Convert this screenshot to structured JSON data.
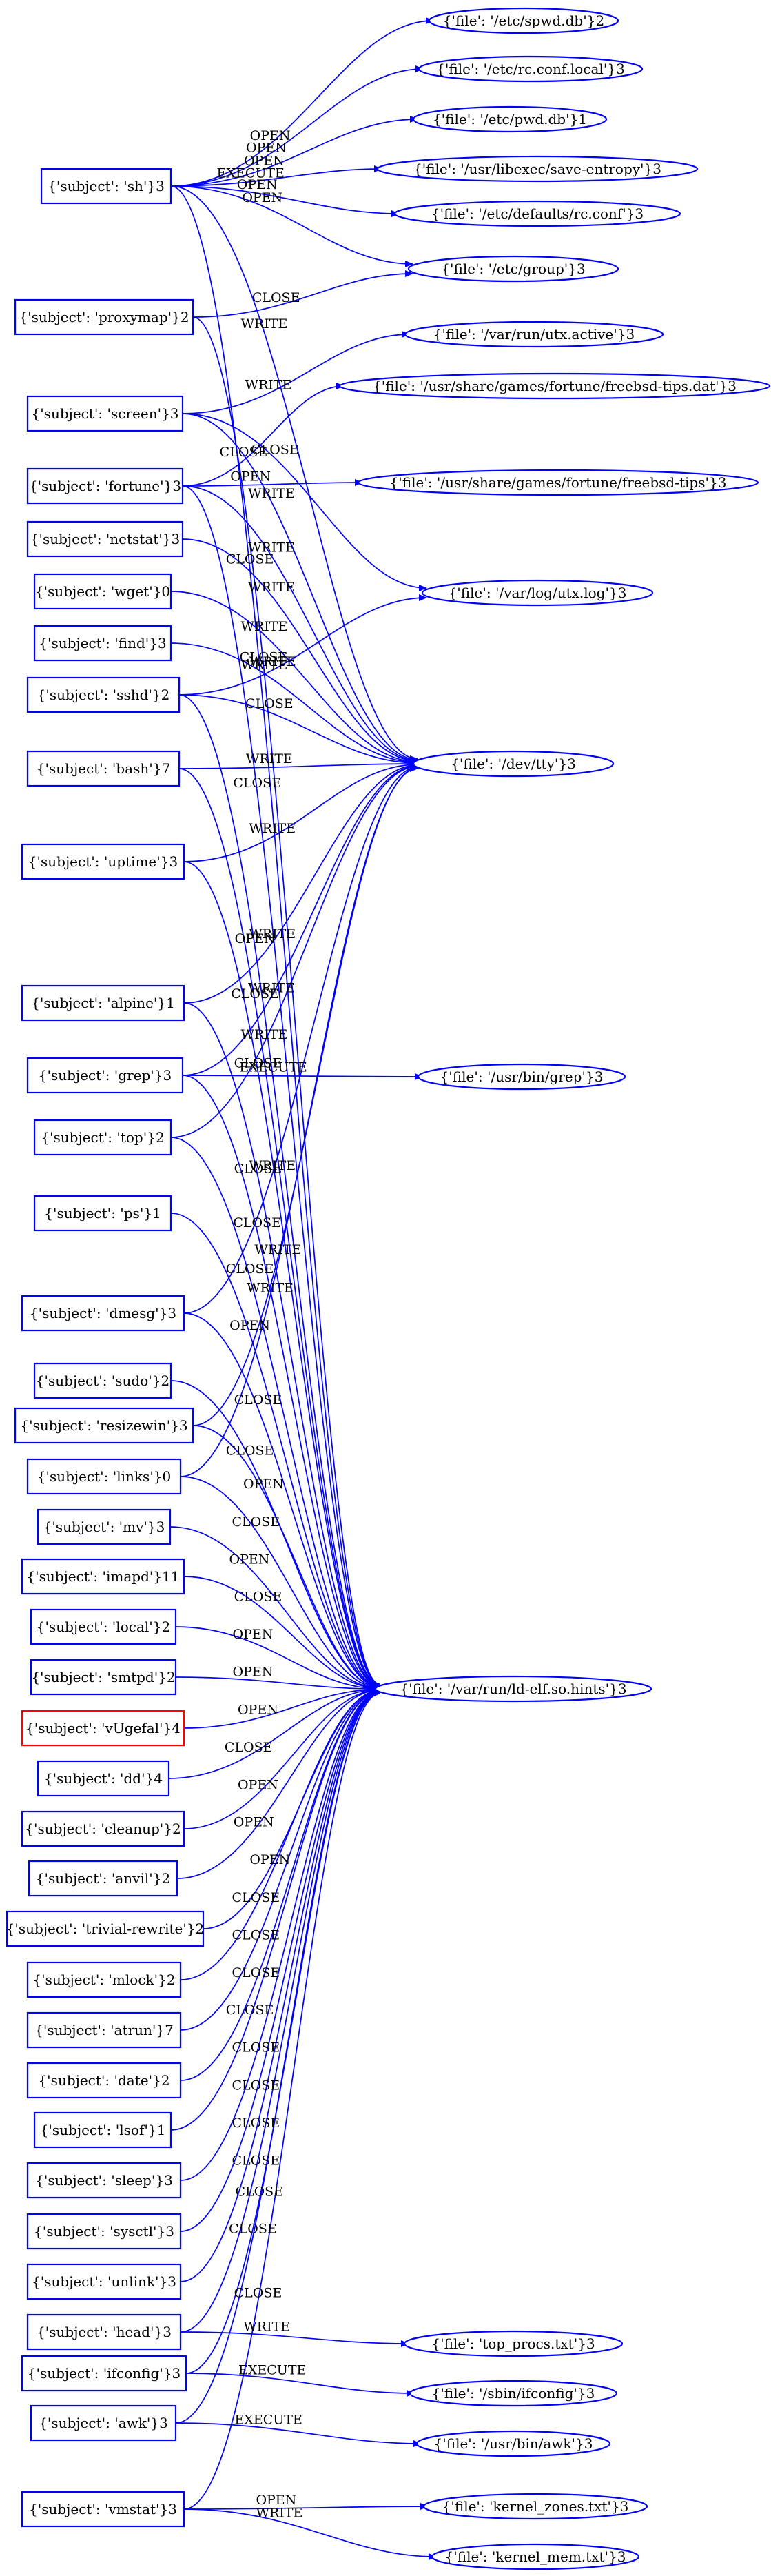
{
  "colors": {
    "edge": "#0000ff",
    "node_border": "#0000ff",
    "alert_border": "#ff0000",
    "text": "#000000"
  },
  "subjects": [
    {
      "id": "sh",
      "label": "{'subject': 'sh'}3"
    },
    {
      "id": "proxymap",
      "label": "{'subject': 'proxymap'}2"
    },
    {
      "id": "screen",
      "label": "{'subject': 'screen'}3"
    },
    {
      "id": "fortune",
      "label": "{'subject': 'fortune'}3"
    },
    {
      "id": "netstat",
      "label": "{'subject': 'netstat'}3"
    },
    {
      "id": "wget",
      "label": "{'subject': 'wget'}0"
    },
    {
      "id": "find",
      "label": "{'subject': 'find'}3"
    },
    {
      "id": "sshd",
      "label": "{'subject': 'sshd'}2"
    },
    {
      "id": "bash",
      "label": "{'subject': 'bash'}7"
    },
    {
      "id": "uptime",
      "label": "{'subject': 'uptime'}3"
    },
    {
      "id": "alpine",
      "label": "{'subject': 'alpine'}1"
    },
    {
      "id": "grep",
      "label": "{'subject': 'grep'}3"
    },
    {
      "id": "top",
      "label": "{'subject': 'top'}2"
    },
    {
      "id": "ps",
      "label": "{'subject': 'ps'}1"
    },
    {
      "id": "dmesg",
      "label": "{'subject': 'dmesg'}3"
    },
    {
      "id": "sudo",
      "label": "{'subject': 'sudo'}2"
    },
    {
      "id": "resizewin",
      "label": "{'subject': 'resizewin'}3"
    },
    {
      "id": "links",
      "label": "{'subject': 'links'}0"
    },
    {
      "id": "mv",
      "label": "{'subject': 'mv'}3"
    },
    {
      "id": "imapd",
      "label": "{'subject': 'imapd'}11"
    },
    {
      "id": "local",
      "label": "{'subject': 'local'}2"
    },
    {
      "id": "smtpd",
      "label": "{'subject': 'smtpd'}2"
    },
    {
      "id": "vugefal",
      "label": "{'subject': 'vUgefal'}4",
      "alert": true
    },
    {
      "id": "dd",
      "label": "{'subject': 'dd'}4"
    },
    {
      "id": "cleanup",
      "label": "{'subject': 'cleanup'}2"
    },
    {
      "id": "anvil",
      "label": "{'subject': 'anvil'}2"
    },
    {
      "id": "trivial-rewrite",
      "label": "{'subject': 'trivial-rewrite'}2"
    },
    {
      "id": "mlock",
      "label": "{'subject': 'mlock'}2"
    },
    {
      "id": "atrun",
      "label": "{'subject': 'atrun'}7"
    },
    {
      "id": "date",
      "label": "{'subject': 'date'}2"
    },
    {
      "id": "lsof",
      "label": "{'subject': 'lsof'}1"
    },
    {
      "id": "sleep",
      "label": "{'subject': 'sleep'}3"
    },
    {
      "id": "sysctl",
      "label": "{'subject': 'sysctl'}3"
    },
    {
      "id": "unlink",
      "label": "{'subject': 'unlink'}3"
    },
    {
      "id": "head",
      "label": "{'subject': 'head'}3"
    },
    {
      "id": "ifconfig",
      "label": "{'subject': 'ifconfig'}3"
    },
    {
      "id": "awk",
      "label": "{'subject': 'awk'}3"
    },
    {
      "id": "vmstat",
      "label": "{'subject': 'vmstat'}3"
    }
  ],
  "files": [
    {
      "id": "spwd",
      "label": "{'file': '/etc/spwd.db'}2"
    },
    {
      "id": "rcconflocal",
      "label": "{'file': '/etc/rc.conf.local'}3"
    },
    {
      "id": "pwd",
      "label": "{'file': '/etc/pwd.db'}1"
    },
    {
      "id": "saveentropy",
      "label": "{'file': '/usr/libexec/save-entropy'}3"
    },
    {
      "id": "defaultsrc",
      "label": "{'file': '/etc/defaults/rc.conf'}3"
    },
    {
      "id": "group",
      "label": "{'file': '/etc/group'}3"
    },
    {
      "id": "utxactive",
      "label": "{'file': '/var/run/utx.active'}3"
    },
    {
      "id": "fortunedat",
      "label": "{'file': '/usr/share/games/fortune/freebsd-tips.dat'}3"
    },
    {
      "id": "fortunetips",
      "label": "{'file': '/usr/share/games/fortune/freebsd-tips'}3"
    },
    {
      "id": "utxlog",
      "label": "{'file': '/var/log/utx.log'}3"
    },
    {
      "id": "tty",
      "label": "{'file': '/dev/tty'}3"
    },
    {
      "id": "grepbin",
      "label": "{'file': '/usr/bin/grep'}3"
    },
    {
      "id": "ldhints",
      "label": "{'file': '/var/run/ld-elf.so.hints'}3"
    },
    {
      "id": "topprocs",
      "label": "{'file': 'top_procs.txt'}3"
    },
    {
      "id": "ifconfigbin",
      "label": "{'file': '/sbin/ifconfig'}3"
    },
    {
      "id": "awkbin",
      "label": "{'file': '/usr/bin/awk'}3"
    },
    {
      "id": "kzones",
      "label": "{'file': 'kernel_zones.txt'}3"
    },
    {
      "id": "kmem",
      "label": "{'file': 'kernel_mem.txt'}3"
    }
  ],
  "edges": [
    {
      "from": "sh",
      "to": "spwd",
      "label": "OPEN"
    },
    {
      "from": "sh",
      "to": "rcconflocal",
      "label": "OPEN"
    },
    {
      "from": "sh",
      "to": "pwd",
      "label": "OPEN"
    },
    {
      "from": "sh",
      "to": "saveentropy",
      "label": "EXECUTE"
    },
    {
      "from": "sh",
      "to": "defaultsrc",
      "label": "OPEN"
    },
    {
      "from": "sh",
      "to": "group",
      "label": "OPEN"
    },
    {
      "from": "sh",
      "to": "tty",
      "label": "WRITE"
    },
    {
      "from": "sh",
      "to": "ldhints",
      "label": "CLOSE"
    },
    {
      "from": "proxymap",
      "to": "group",
      "label": "CLOSE"
    },
    {
      "from": "proxymap",
      "to": "ldhints",
      "label": "CLOSE"
    },
    {
      "from": "screen",
      "to": "utxactive",
      "label": "WRITE"
    },
    {
      "from": "screen",
      "to": "utxlog",
      "label": "CLOSE"
    },
    {
      "from": "screen",
      "to": "tty",
      "label": "WRITE"
    },
    {
      "from": "fortune",
      "to": "fortunedat",
      "label": "CLOSE"
    },
    {
      "from": "fortune",
      "to": "fortunetips",
      "label": "OPEN"
    },
    {
      "from": "fortune",
      "to": "tty",
      "label": "WRITE"
    },
    {
      "from": "fortune",
      "to": "ldhints",
      "label": "CLOSE"
    },
    {
      "from": "netstat",
      "to": "tty",
      "label": "WRITE"
    },
    {
      "from": "wget",
      "to": "tty",
      "label": "WRITE"
    },
    {
      "from": "find",
      "to": "tty",
      "label": "WRITE"
    },
    {
      "from": "sshd",
      "to": "utxlog",
      "label": "WRITE"
    },
    {
      "from": "sshd",
      "to": "tty",
      "label": "CLOSE"
    },
    {
      "from": "sshd",
      "to": "ldhints",
      "label": "OPEN"
    },
    {
      "from": "bash",
      "to": "tty",
      "label": "WRITE"
    },
    {
      "from": "bash",
      "to": "ldhints",
      "label": "CLOSE"
    },
    {
      "from": "uptime",
      "to": "tty",
      "label": "WRITE"
    },
    {
      "from": "uptime",
      "to": "ldhints",
      "label": "CLOSE"
    },
    {
      "from": "alpine",
      "to": "tty",
      "label": "WRITE"
    },
    {
      "from": "alpine",
      "to": "ldhints",
      "label": "CLOSE"
    },
    {
      "from": "grep",
      "to": "grepbin",
      "label": "EXECUTE"
    },
    {
      "from": "grep",
      "to": "tty",
      "label": "WRITE"
    },
    {
      "from": "grep",
      "to": "ldhints",
      "label": "CLOSE"
    },
    {
      "from": "top",
      "to": "tty",
      "label": "WRITE"
    },
    {
      "from": "top",
      "to": "ldhints",
      "label": "CLOSE"
    },
    {
      "from": "ps",
      "to": "ldhints",
      "label": "OPEN"
    },
    {
      "from": "dmesg",
      "to": "tty",
      "label": "WRITE"
    },
    {
      "from": "dmesg",
      "to": "ldhints",
      "label": "CLOSE"
    },
    {
      "from": "sudo",
      "to": "ldhints",
      "label": "CLOSE"
    },
    {
      "from": "resizewin",
      "to": "tty",
      "label": "WRITE"
    },
    {
      "from": "resizewin",
      "to": "ldhints",
      "label": "OPEN"
    },
    {
      "from": "links",
      "to": "tty",
      "label": "WRITE"
    },
    {
      "from": "links",
      "to": "ldhints",
      "label": "CLOSE"
    },
    {
      "from": "mv",
      "to": "ldhints",
      "label": "OPEN"
    },
    {
      "from": "imapd",
      "to": "ldhints",
      "label": "CLOSE"
    },
    {
      "from": "local",
      "to": "ldhints",
      "label": "OPEN"
    },
    {
      "from": "smtpd",
      "to": "ldhints",
      "label": "OPEN"
    },
    {
      "from": "vugefal",
      "to": "ldhints",
      "label": "OPEN"
    },
    {
      "from": "dd",
      "to": "ldhints",
      "label": "CLOSE"
    },
    {
      "from": "cleanup",
      "to": "ldhints",
      "label": "OPEN"
    },
    {
      "from": "anvil",
      "to": "ldhints",
      "label": "OPEN"
    },
    {
      "from": "trivial-rewrite",
      "to": "ldhints",
      "label": "OPEN"
    },
    {
      "from": "mlock",
      "to": "ldhints",
      "label": "CLOSE"
    },
    {
      "from": "atrun",
      "to": "ldhints",
      "label": "CLOSE"
    },
    {
      "from": "date",
      "to": "ldhints",
      "label": "CLOSE"
    },
    {
      "from": "lsof",
      "to": "ldhints",
      "label": "CLOSE"
    },
    {
      "from": "sleep",
      "to": "ldhints",
      "label": "CLOSE"
    },
    {
      "from": "sysctl",
      "to": "ldhints",
      "label": "CLOSE"
    },
    {
      "from": "unlink",
      "to": "ldhints",
      "label": "CLOSE"
    },
    {
      "from": "head",
      "to": "topprocs",
      "label": "WRITE"
    },
    {
      "from": "head",
      "to": "ldhints",
      "label": "CLOSE"
    },
    {
      "from": "ifconfig",
      "to": "ifconfigbin",
      "label": "EXECUTE"
    },
    {
      "from": "ifconfig",
      "to": "ldhints",
      "label": "CLOSE"
    },
    {
      "from": "awk",
      "to": "awkbin",
      "label": "EXECUTE"
    },
    {
      "from": "awk",
      "to": "ldhints",
      "label": "CLOSE"
    },
    {
      "from": "vmstat",
      "to": "kzones",
      "label": "OPEN"
    },
    {
      "from": "vmstat",
      "to": "kmem",
      "label": "WRITE"
    },
    {
      "from": "vmstat",
      "to": "ldhints",
      "label": "CLOSE"
    }
  ]
}
